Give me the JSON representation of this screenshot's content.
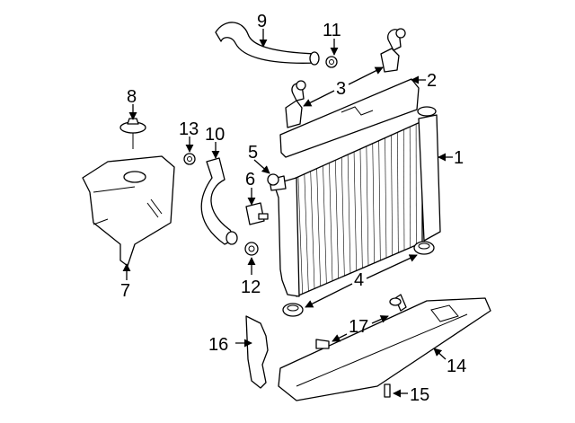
{
  "diagram": {
    "callouts": [
      {
        "id": "1",
        "label": "1"
      },
      {
        "id": "2",
        "label": "2"
      },
      {
        "id": "3",
        "label": "3"
      },
      {
        "id": "4",
        "label": "4"
      },
      {
        "id": "5",
        "label": "5"
      },
      {
        "id": "6",
        "label": "6"
      },
      {
        "id": "7",
        "label": "7"
      },
      {
        "id": "8",
        "label": "8"
      },
      {
        "id": "9",
        "label": "9"
      },
      {
        "id": "10",
        "label": "10"
      },
      {
        "id": "11",
        "label": "11"
      },
      {
        "id": "12",
        "label": "12"
      },
      {
        "id": "13",
        "label": "13"
      },
      {
        "id": "14",
        "label": "14"
      },
      {
        "id": "15",
        "label": "15"
      },
      {
        "id": "16",
        "label": "16"
      },
      {
        "id": "17",
        "label": "17"
      }
    ],
    "colors": {
      "line": "#000000",
      "background": "#ffffff"
    }
  }
}
